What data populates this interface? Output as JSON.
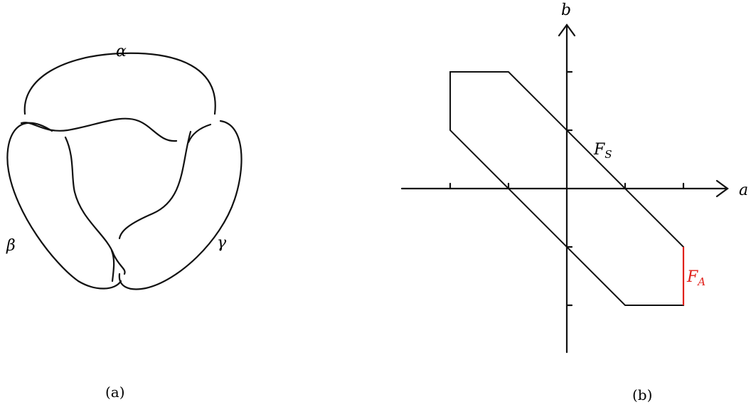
{
  "panel_a": {
    "labels": {
      "alpha": "α",
      "beta": "β",
      "gamma": "γ"
    },
    "caption": "(a)"
  },
  "panel_b": {
    "axis_labels": {
      "x": "a",
      "y": "b"
    },
    "face_labels": {
      "FS": {
        "main": "F",
        "sub": "S"
      },
      "FA": {
        "main": "F",
        "sub": "A"
      }
    },
    "caption": "(b)",
    "polygon_vertices": [
      [
        -2,
        2
      ],
      [
        -1,
        2
      ],
      [
        2,
        -1
      ],
      [
        2,
        -2
      ],
      [
        1,
        -2
      ],
      [
        -2,
        1
      ]
    ],
    "highlighted_edge": [
      [
        2,
        -1
      ],
      [
        2,
        -2
      ]
    ],
    "highlight_color": "#e0201a",
    "ticks": [
      -2,
      -1,
      1,
      2
    ]
  }
}
